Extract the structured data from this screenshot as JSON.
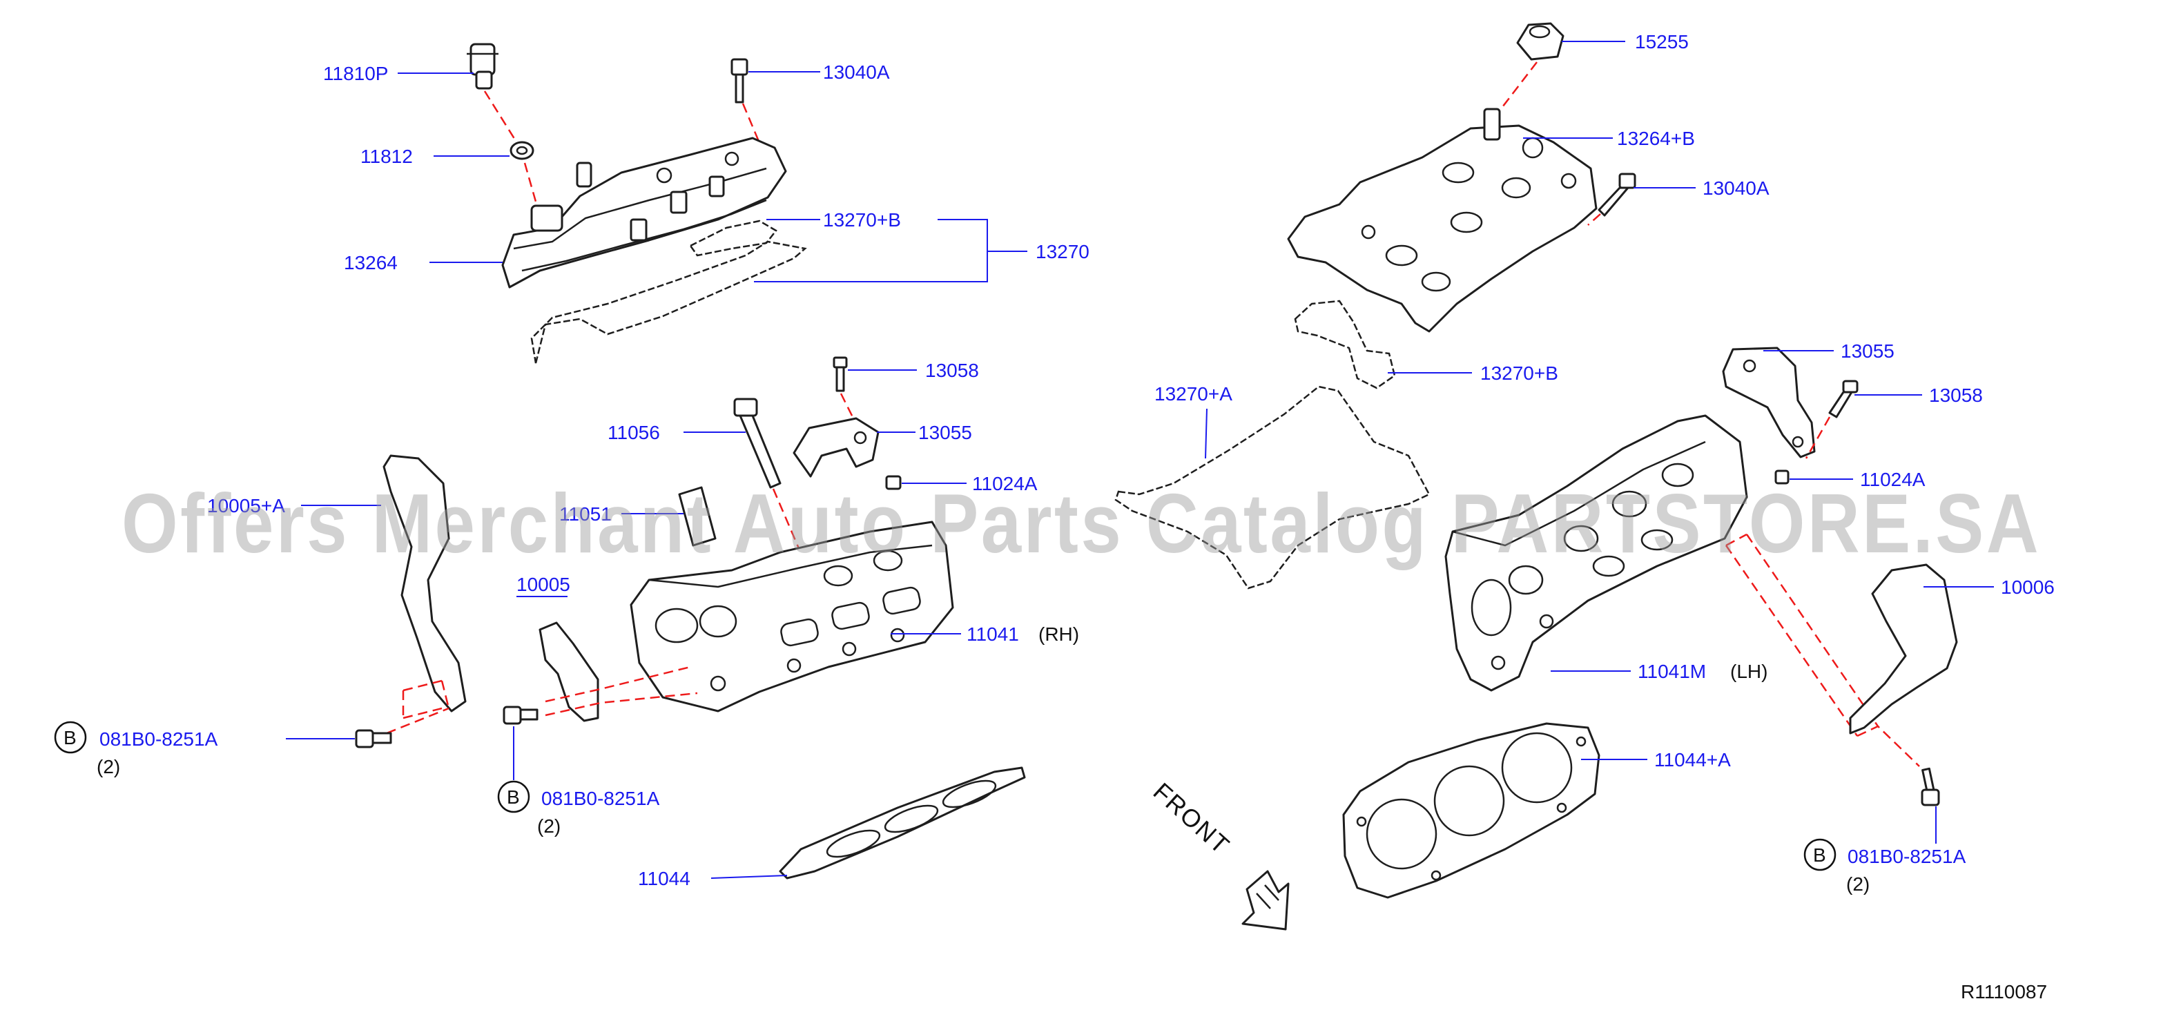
{
  "diagram": {
    "reference": "R1110087",
    "watermark": "Offers Merchant Auto Parts Catalog PARTSTORE.SA",
    "front_label": "FRONT",
    "bolt_symbol": "B",
    "qty_note": "(2)",
    "side_rh": "(RH)",
    "side_lh": "(LH)",
    "colors": {
      "part_number": "#1a1aee",
      "hidden_line": "#ee1a1a",
      "outline": "#1e1e1e"
    },
    "callouts": {
      "p11810P": "11810P",
      "p13040A_l": "13040A",
      "p11812": "11812",
      "p13270B_l": "13270+B",
      "p13264": "13264",
      "p13270": "13270",
      "p13058_l": "13058",
      "p11056": "11056",
      "p13055_l": "13055",
      "p11024A_l": "11024A",
      "p10005A": "10005+A",
      "p11051": "11051",
      "p10005": "10005",
      "p11041": "11041",
      "p081B0_l1": "081B0-8251A",
      "p081B0_l2": "081B0-8251A",
      "p11044": "11044",
      "p15255": "15255",
      "p13264B": "13264+B",
      "p13040A_r": "13040A",
      "p13270B_r": "13270+B",
      "p13270A": "13270+A",
      "p13055_r": "13055",
      "p13058_r": "13058",
      "p11024A_r": "11024A",
      "p10006": "10006",
      "p11041M": "11041M",
      "p11044A": "11044+A",
      "p081B0_r": "081B0-8251A"
    }
  }
}
